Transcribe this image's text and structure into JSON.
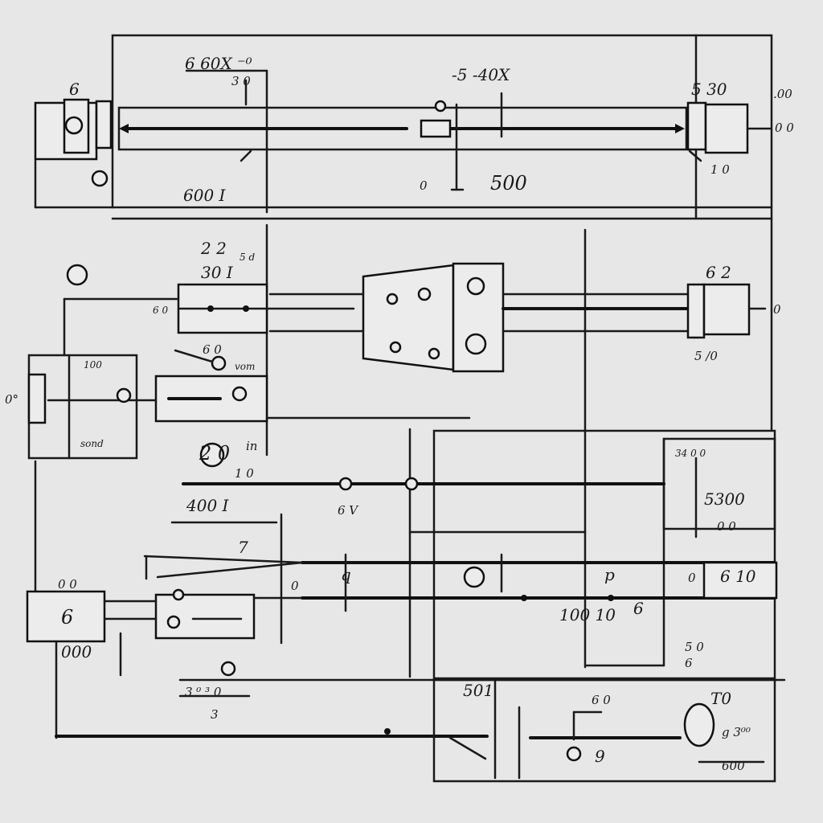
{
  "labels": {
    "top_left_label": "6 60X ⁻⁰",
    "top_left_small_a": "6",
    "top_left_small_b": "3 0",
    "top_center": "-5 -40X",
    "top_right": "5 30",
    "right_edge_top": ".00",
    "right_edge_mid": "0 0",
    "right_sub": "1 0",
    "mid_500": "500",
    "mid_0": "0",
    "left_6001": "600 I",
    "row2_a": "2 2",
    "row2_b": "30 I",
    "row2_c": "5 d",
    "row2_right": "6 2",
    "row2_right_sub": "5 /0",
    "row2_far_right": "0",
    "row2_left_tag": "6 0",
    "row2_small": "6 0",
    "row2_vom": "vom",
    "row3_left": "0°",
    "row3_100": "100",
    "row3_sond": "sond",
    "row4_20": "2 0",
    "row4_in": "in",
    "row4_10": "1 0",
    "row4_4001": "400 I",
    "row4_6v": "6 V",
    "right_panel_top": "34 0 0",
    "right_panel_5300": "5300",
    "right_panel_00": "0 0",
    "row5_7": "7",
    "row5_0": "0",
    "row5_q": "q",
    "row5_p": "p",
    "row5_100_10": "100 10",
    "row5_6": "6",
    "row5_right": "6 10",
    "row5_far": "0",
    "box_6": "6",
    "left_00": "0 0",
    "left_000": "000",
    "row6_50": "5 0",
    "row6_6": "6",
    "bottom_label": "3 ⁰ ³ 0",
    "bottom_3": "3",
    "bottom_501": "501",
    "bottom_right_10": "T0",
    "bottom_right_g": "g 3⁰⁰",
    "bottom_right_600": "600",
    "bottom_9": "9",
    "bottom_right_60": "6 0"
  },
  "colors": {
    "background": "#e7e7e7",
    "ink": "#1a1a1a"
  }
}
